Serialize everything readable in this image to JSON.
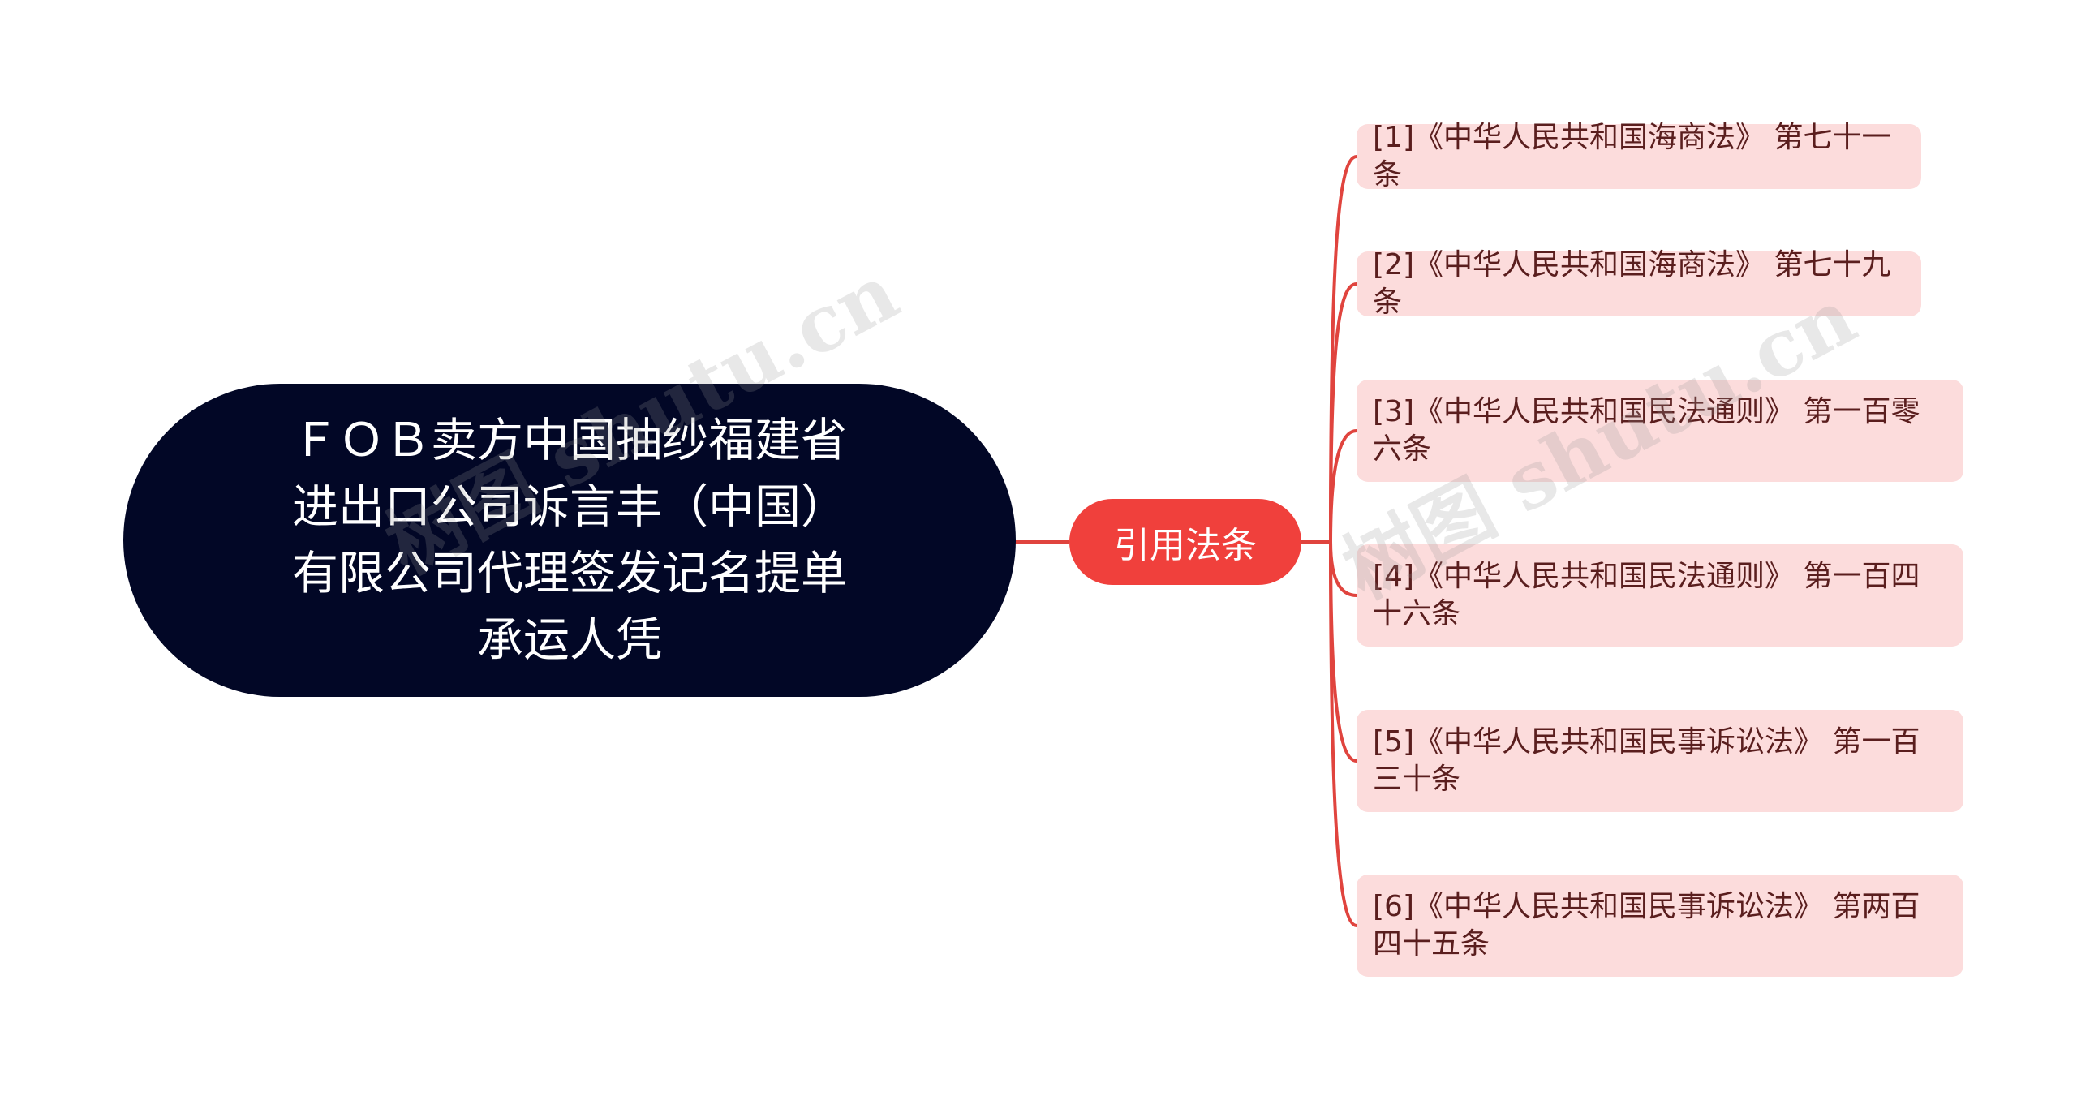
{
  "mindmap": {
    "root": {
      "label": "ＦＯＢ卖方中国抽纱福建省进出口公司诉言丰（中国）有限公司代理签发记名提单承运人凭"
    },
    "branch": {
      "label": "引用法条"
    },
    "leaves": [
      "[1]《中华人民共和国海商法》 第七十一条",
      "[2]《中华人民共和国海商法》 第七十九条",
      "[3]《中华人民共和国民法通则》 第一百零六条",
      "[4]《中华人民共和国民法通则》 第一百四十六条",
      "[5]《中华人民共和国民事诉讼法》 第一百三十条",
      "[6]《中华人民共和国民事诉讼法》 第两百四十五条"
    ]
  },
  "watermark": {
    "text_1": "树图 shutu.cn",
    "text_2": "树图 shutu.cn"
  },
  "colors": {
    "root_bg": "#020726",
    "branch_bg": "#f0403c",
    "leaf_bg": "#fcdcdc",
    "connector": "#e0443e"
  }
}
